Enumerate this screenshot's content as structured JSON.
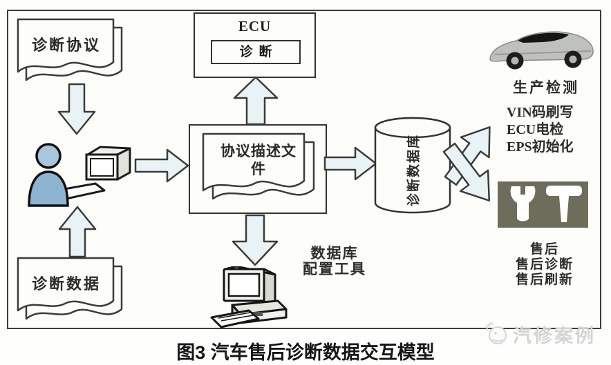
{
  "figure": {
    "caption": "图3 汽车售后诊断数据交互模型",
    "watermark": "汽修案例"
  },
  "nodes": {
    "doc_protocol": "诊断协议",
    "doc_data": "诊断数据",
    "ecu_title": "ECU",
    "ecu_inner": "诊断",
    "center_doc": "协议描述文件",
    "database": "诊断数据库",
    "db_tool_line1": "数据库",
    "db_tool_line2": "配置工具",
    "production": "生产检测",
    "production_items": [
      "VIN码刷写",
      "ECU电检",
      "EPS初始化"
    ],
    "aftersales_items": [
      "售后",
      "售后诊断",
      "售后刷新"
    ]
  },
  "colors": {
    "arrow_fill": "#e9f3f5",
    "toolbox_bg": "#6e6c5b",
    "person_blue": "#a9c6dc",
    "person_body_blue": "#8db4d0",
    "car_silver": "#bfc1bd",
    "watermark_gray": "#d4d4d4",
    "outline": "#3b3b3b"
  }
}
